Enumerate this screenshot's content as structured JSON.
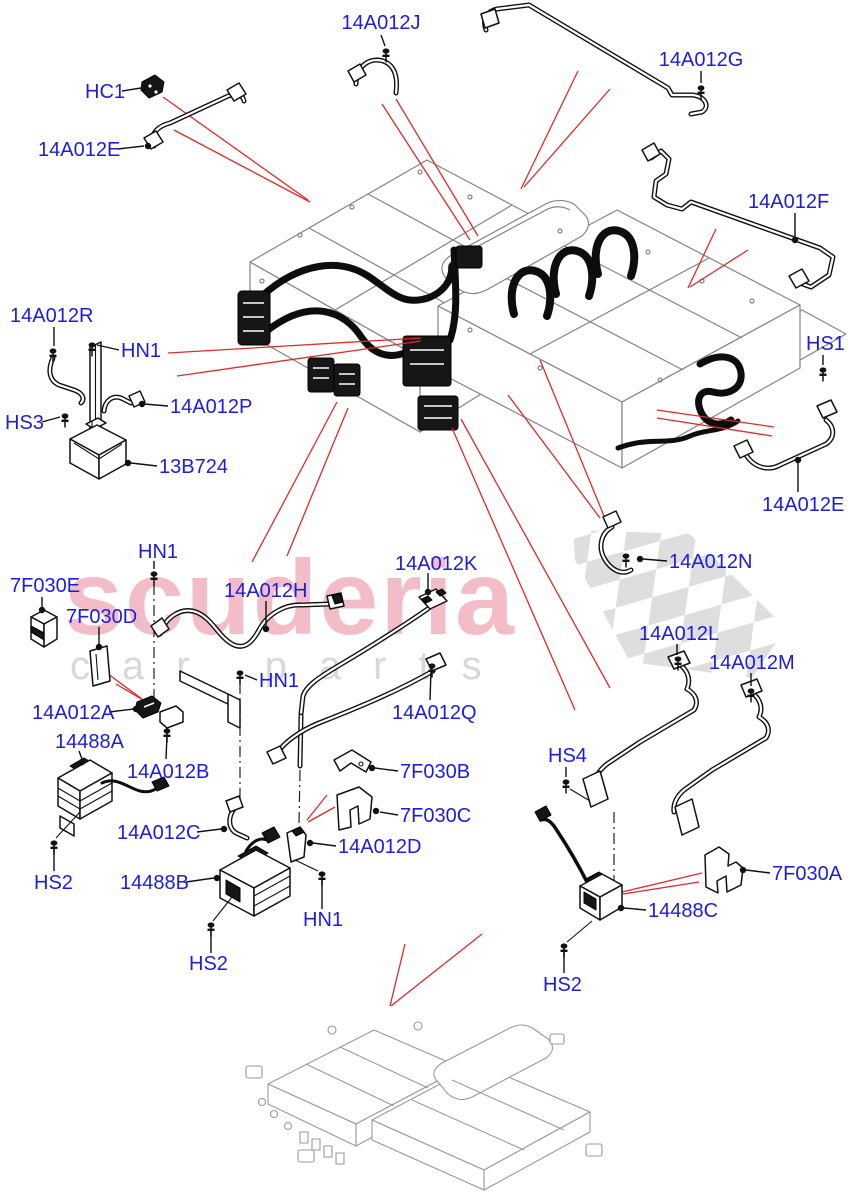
{
  "watermark": {
    "brand": "scuderia",
    "tagline": "car  parts",
    "brand_color": "#e25570",
    "tagline_color": "#d8d8d8",
    "flag_color": "#d6d6d6"
  },
  "colors": {
    "label_blue": "#1c1ce2",
    "leader_red": "#dd2b2b",
    "drawing_black": "#111111",
    "drawing_gray": "#848484"
  },
  "labels": [
    {
      "id": "14A012J-1",
      "text": "14A012J"
    },
    {
      "id": "14A012G-1",
      "text": "14A012G"
    },
    {
      "id": "HC1-1",
      "text": "HC1"
    },
    {
      "id": "14A012E-1",
      "text": "14A012E"
    },
    {
      "id": "14A012F-1",
      "text": "14A012F"
    },
    {
      "id": "14A012R-1",
      "text": "14A012R"
    },
    {
      "id": "HN1-1",
      "text": "HN1"
    },
    {
      "id": "14A012P-1",
      "text": "14A012P"
    },
    {
      "id": "HS3-1",
      "text": "HS3"
    },
    {
      "id": "13B724-1",
      "text": "13B724"
    },
    {
      "id": "HS1-1",
      "text": "HS1"
    },
    {
      "id": "14A012E-2",
      "text": "14A012E"
    },
    {
      "id": "14A012N-1",
      "text": "14A012N"
    },
    {
      "id": "HN1-2",
      "text": "HN1"
    },
    {
      "id": "7F030E-1",
      "text": "7F030E"
    },
    {
      "id": "14A012H-1",
      "text": "14A012H"
    },
    {
      "id": "14A012K-1",
      "text": "14A012K"
    },
    {
      "id": "7F030D-1",
      "text": "7F030D"
    },
    {
      "id": "14A012L-1",
      "text": "14A012L"
    },
    {
      "id": "14A012M-1",
      "text": "14A012M"
    },
    {
      "id": "14A012A-1",
      "text": "14A012A"
    },
    {
      "id": "HN1-3",
      "text": "HN1"
    },
    {
      "id": "14A012Q-1",
      "text": "14A012Q"
    },
    {
      "id": "14488A-1",
      "text": "14488A"
    },
    {
      "id": "14A012B-1",
      "text": "14A012B"
    },
    {
      "id": "7F030B-1",
      "text": "7F030B"
    },
    {
      "id": "HS4-1",
      "text": "HS4"
    },
    {
      "id": "7F030C-1",
      "text": "7F030C"
    },
    {
      "id": "14A012C-1",
      "text": "14A012C"
    },
    {
      "id": "14A012D-1",
      "text": "14A012D"
    },
    {
      "id": "7F030A-1",
      "text": "7F030A"
    },
    {
      "id": "HS2-1",
      "text": "HS2"
    },
    {
      "id": "14488B-1",
      "text": "14488B"
    },
    {
      "id": "14488C-1",
      "text": "14488C"
    },
    {
      "id": "HN1-4",
      "text": "HN1"
    },
    {
      "id": "HS2-2",
      "text": "HS2"
    },
    {
      "id": "HS2-3",
      "text": "HS2"
    }
  ]
}
